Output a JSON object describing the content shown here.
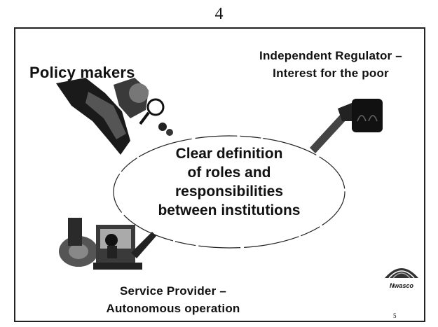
{
  "page": {
    "number": "4"
  },
  "slide": {
    "policy_makers": "Policy makers",
    "regulator_line1": "Independent Regulator –",
    "regulator_line2": "Interest for the poor",
    "center_line1": "Clear definition",
    "center_line2": "of roles and",
    "center_line3": "responsibilities",
    "center_line4": "between institutions",
    "provider_line1": "Service Provider –",
    "provider_line2": "Autonomous operation",
    "logo_text": "Nwasco",
    "slide_number": "5"
  },
  "icons": [
    "policy-makers-clipart",
    "regulator-clipart",
    "service-provider-clipart",
    "nwasco-logo"
  ]
}
